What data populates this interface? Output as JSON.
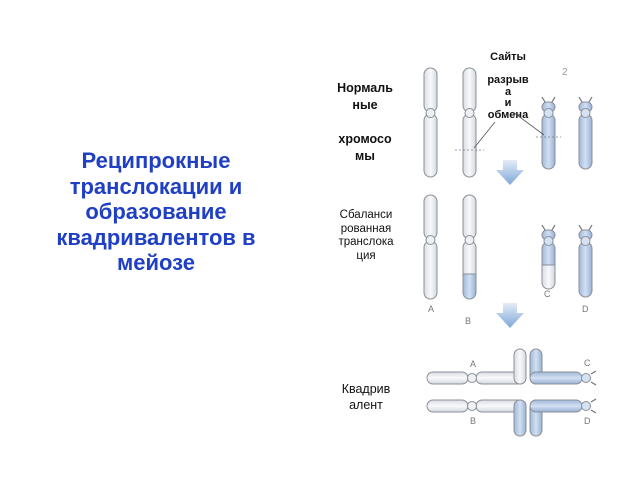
{
  "slide": {
    "title": "Реципрокные транслокации и образование квадривалентов в мейозе"
  },
  "labels": {
    "normal": "Нормаль\nные\n\nхромосо\nмы",
    "sites": "Сайты\n\nразрыв\nа\nи\nобмена",
    "balanced": "Сбаланси\nрованная\nтранслока\nция",
    "quadrivalent": "Квадрив\nалент"
  },
  "diagram": {
    "chromosome_letters": [
      "A",
      "B",
      "C",
      "D"
    ],
    "quadrivalent_letters": [
      "A",
      "C",
      "B",
      "D"
    ],
    "corner_mark": "2",
    "colors": {
      "normal_fill": "#eeeff2",
      "translocated_fill": "#b9cde6",
      "outline": "#8a8f99",
      "arrow": "#8fb3de",
      "title": "#1f3fc4"
    }
  }
}
